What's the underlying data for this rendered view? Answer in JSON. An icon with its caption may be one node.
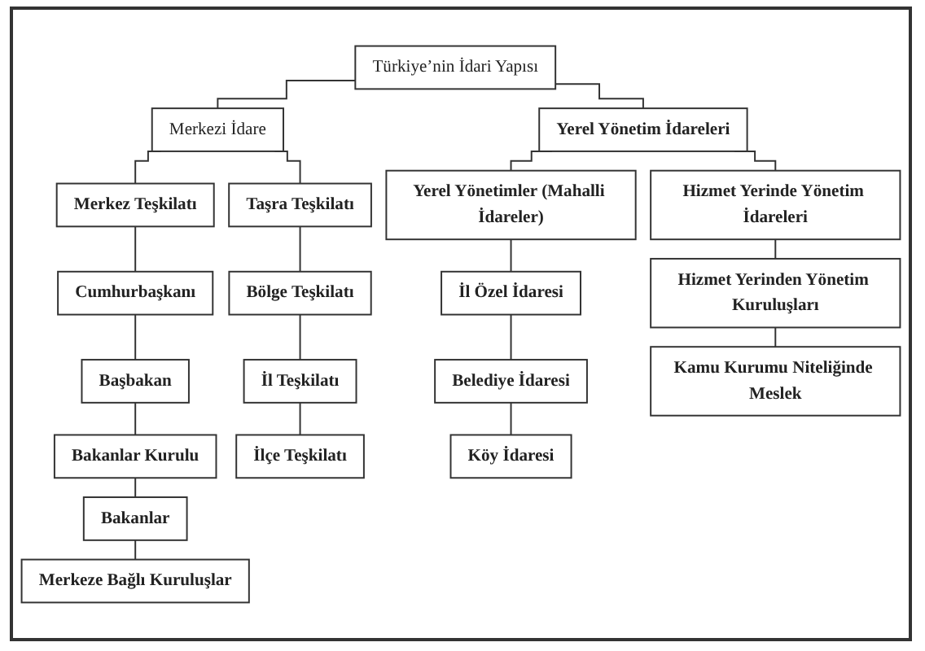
{
  "diagram": {
    "nodes": [
      {
        "text": [
          "Türkiye’nin İdari Yapısı"
        ]
      },
      {
        "text": [
          "Merkezi İdare"
        ]
      },
      {
        "text": [
          "Yerel Yönetim İdareleri"
        ]
      },
      {
        "text": [
          "Merkez Teşkilatı"
        ]
      },
      {
        "text": [
          "Taşra Teşkilatı"
        ]
      },
      {
        "text": [
          "Yerel Yönetimler (Mahalli İdareler)"
        ]
      },
      {
        "text": [
          "Hizmet Yerinde Yönetim İdareleri"
        ]
      },
      {
        "text": [
          "Cumhurbaşkanı"
        ]
      },
      {
        "text": [
          "Bölge Teşkilatı"
        ]
      },
      {
        "text": [
          "İl Özel İdaresi"
        ]
      },
      {
        "text": [
          "Hizmet Yerinden Yönetim Kuruluşları"
        ]
      },
      {
        "text": [
          "Başbakan"
        ]
      },
      {
        "text": [
          "İl Teşkilatı"
        ]
      },
      {
        "text": [
          "Belediye İdaresi"
        ]
      },
      {
        "text": [
          "Kamu Kurumu Niteliğinde Meslek"
        ]
      },
      {
        "text": [
          "Bakanlar Kurulu"
        ]
      },
      {
        "text": [
          "İlçe Teşkilatı"
        ]
      },
      {
        "text": [
          "Köy İdaresi"
        ]
      },
      {
        "text": [
          "Bakanlar"
        ]
      },
      {
        "text": [
          "Merkeze Bağlı Kuruluşlar"
        ]
      }
    ],
    "edges": [
      {
        "from": 0,
        "to": 1,
        "arrow": "none"
      },
      {
        "from": 0,
        "to": 2,
        "arrow": "none"
      },
      {
        "from": 1,
        "to": 3,
        "arrow": "none"
      },
      {
        "from": 1,
        "to": 4,
        "arrow": "none"
      },
      {
        "from": 2,
        "to": 5,
        "arrow": "none"
      },
      {
        "from": 2,
        "to": 6,
        "arrow": "none"
      },
      {
        "from": 3,
        "to": 7,
        "arrow": "none"
      },
      {
        "from": 4,
        "to": 8,
        "arrow": "none"
      },
      {
        "from": 5,
        "to": 9,
        "arrow": "none"
      },
      {
        "from": 6,
        "to": 10,
        "arrow": "none"
      },
      {
        "from": 7,
        "to": 11,
        "arrow": "none"
      },
      {
        "from": 8,
        "to": 12,
        "arrow": "none"
      },
      {
        "from": 9,
        "to": 13,
        "arrow": "none"
      },
      {
        "from": 10,
        "to": 14,
        "arrow": "none"
      },
      {
        "from": 11,
        "to": 15,
        "arrow": "none"
      },
      {
        "from": 12,
        "to": 16,
        "arrow": "none"
      },
      {
        "from": 13,
        "to": 17,
        "arrow": "none"
      },
      {
        "from": 15,
        "to": 18,
        "arrow": "none"
      },
      {
        "from": 18,
        "to": 19,
        "arrow": "none"
      }
    ]
  }
}
